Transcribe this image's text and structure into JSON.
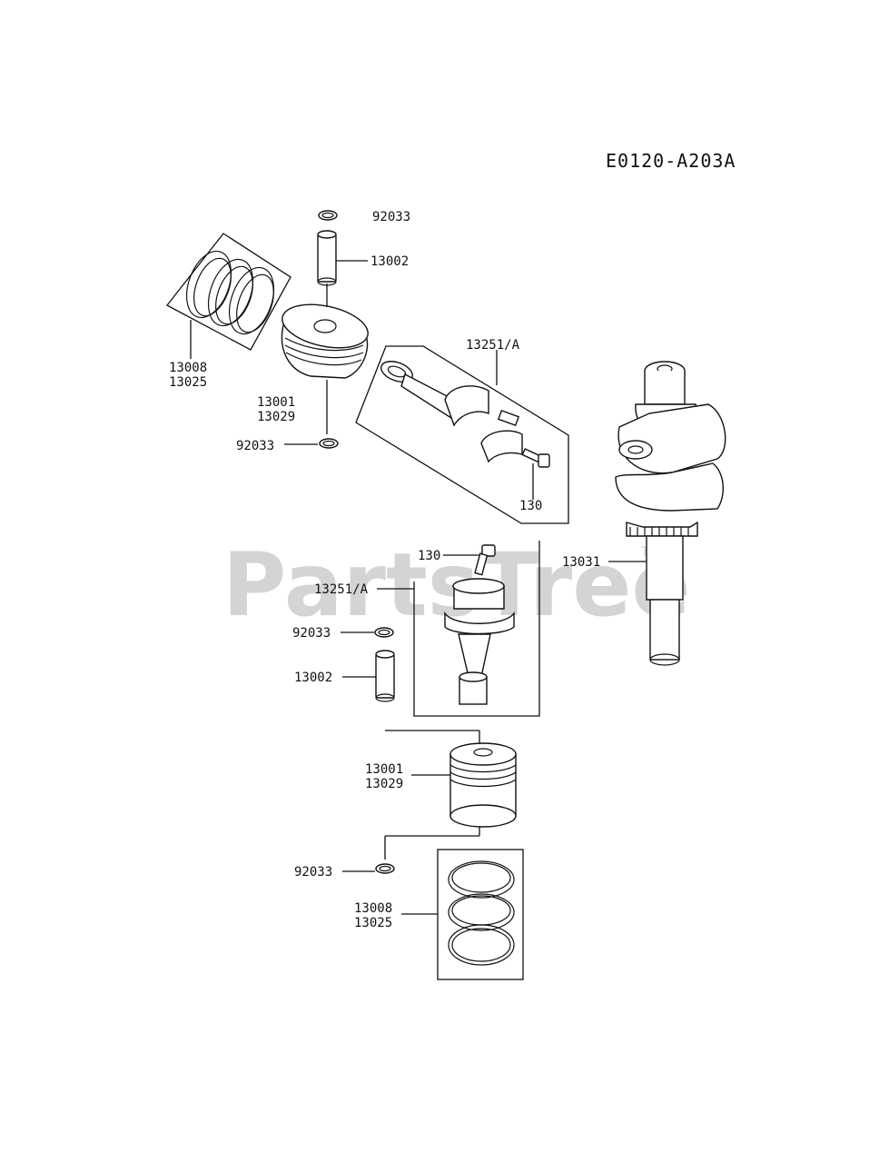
{
  "diagram_code": "E0120-A203A",
  "watermark": "PartsTree",
  "trademark": "TM",
  "labels": {
    "snap_ring_top": "92033",
    "pin_top": "13002",
    "rings_top_a": "13008",
    "rings_top_b": "13025",
    "piston_top_a": "13001",
    "piston_top_b": "13029",
    "snap_ring_mid": "92033",
    "rod_top": "13251/A",
    "bolt_top": "130",
    "crankshaft": "13031",
    "bolt_bottom": "130",
    "rod_bottom": "13251/A",
    "snap_ring_bottom_a": "92033",
    "pin_bottom": "13002",
    "piston_bottom_a": "13001",
    "piston_bottom_b": "13029",
    "snap_ring_bottom_b": "92033",
    "rings_bottom_a": "13008",
    "rings_bottom_b": "13025"
  }
}
